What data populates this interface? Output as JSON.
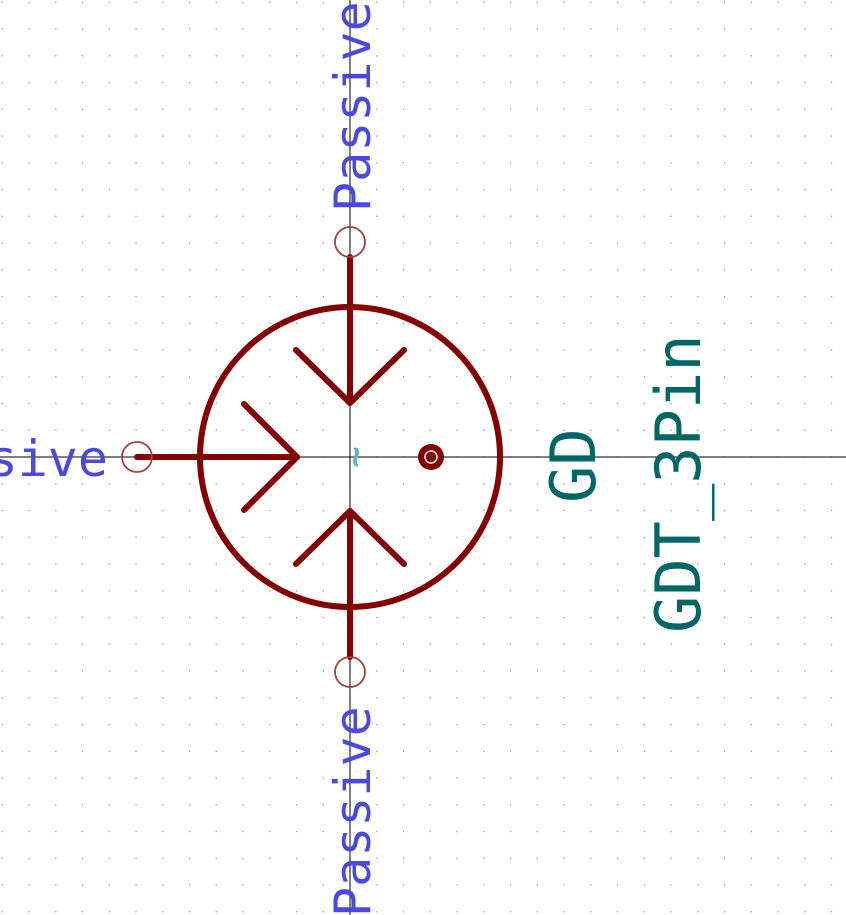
{
  "symbol": {
    "reference": "GD",
    "value": "GDT_3Pin"
  },
  "pins": {
    "top": {
      "type": "Passive"
    },
    "left": {
      "type": "Passive"
    },
    "bottom": {
      "type": "Passive"
    }
  },
  "anchor_glyph": "~",
  "colors": {
    "background": "#ffffff",
    "grid": "#9a9a9a",
    "body": "#840000",
    "pin_marker": "#a04040",
    "pin_label": "#4a4ae0",
    "field_label": "#006666",
    "anchor": "#5ab8b8",
    "crosshair": "#000000"
  }
}
